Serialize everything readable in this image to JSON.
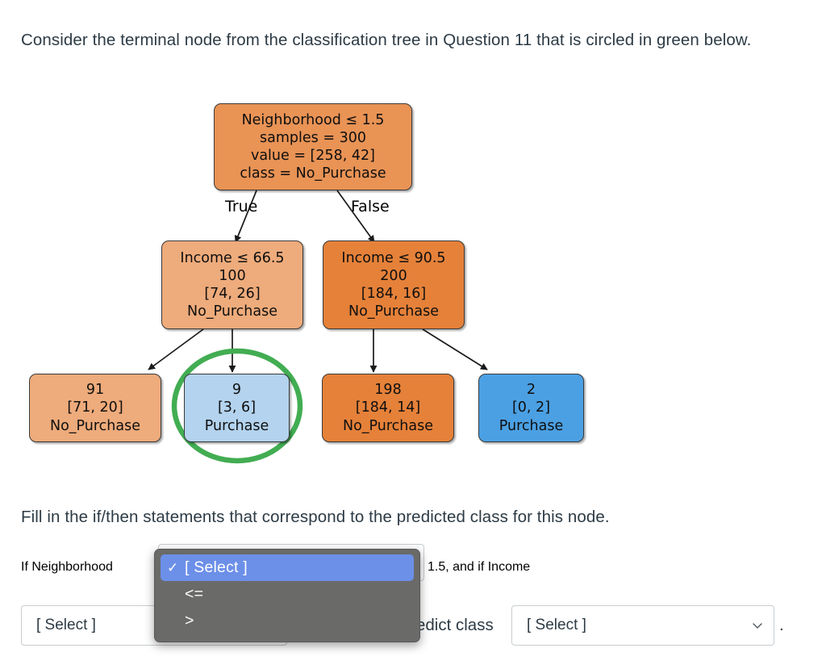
{
  "question": {
    "prompt": "Consider the terminal node from the classification tree in Question 11 that is circled in green below.",
    "instruction": "Fill in the if/then statements that correspond to the predicted class for this node.",
    "if_fragment_1": "If Neighborhood",
    "if_fragment_2": "1.5, and if Income",
    "then_fragment": "edict class",
    "period": "."
  },
  "tree": {
    "edge_labels": {
      "true": "True",
      "false": "False"
    },
    "colors": {
      "orange_dark": "#e58139",
      "orange_mid": "#e99355",
      "orange_light": "#eeab7b",
      "blue_dark": "#4ba0e3",
      "blue_light": "#b3d3ee",
      "highlight_circle": "#42ad52",
      "node_border": "#3a3a3a"
    },
    "nodes": [
      {
        "id": "root",
        "lines": [
          "Neighborhood ≤ 1.5",
          "samples = 300",
          "value = [258, 42]",
          "class = No_Purchase"
        ]
      },
      {
        "id": "left-internal",
        "lines": [
          "Income ≤ 66.5",
          "100",
          "[74, 26]",
          "No_Purchase"
        ]
      },
      {
        "id": "right-internal",
        "lines": [
          "Income ≤ 90.5",
          "200",
          "[184, 16]",
          "No_Purchase"
        ]
      },
      {
        "id": "leaf-1",
        "lines": [
          "91",
          "[71, 20]",
          "No_Purchase"
        ]
      },
      {
        "id": "leaf-2",
        "lines": [
          "9",
          "[3, 6]",
          "Purchase"
        ]
      },
      {
        "id": "leaf-3",
        "lines": [
          "198",
          "[184, 14]",
          "No_Purchase"
        ]
      },
      {
        "id": "leaf-4",
        "lines": [
          "2",
          "[0, 2]",
          "Purchase"
        ]
      }
    ]
  },
  "form": {
    "select_neighborhood": {
      "value": "[ Select ]"
    },
    "select_income_operator": {
      "value": "[ Select ]"
    },
    "select_class": {
      "value": "[ Select ]"
    },
    "dropdown": {
      "open": true,
      "options": [
        {
          "label": "[ Select ]",
          "selected": true
        },
        {
          "label": "<=",
          "selected": false
        },
        {
          "label": ">",
          "selected": false
        }
      ],
      "check_glyph": "✓"
    }
  }
}
